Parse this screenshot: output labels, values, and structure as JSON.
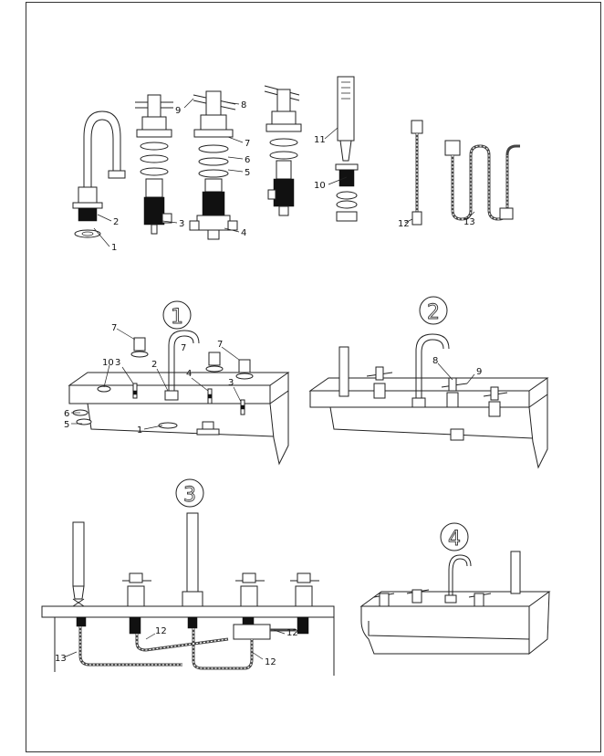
{
  "parts_labels": [
    "1",
    "2",
    "3",
    "4",
    "5",
    "6",
    "7",
    "8",
    "9",
    "10",
    "11",
    "12",
    "13"
  ],
  "step_numbers": [
    "1",
    "2",
    "3",
    "4"
  ],
  "panel_labels": {
    "exploded": [
      "1",
      "2",
      "3",
      "4",
      "5",
      "6",
      "7",
      "8",
      "9",
      "10",
      "11",
      "12",
      "13"
    ],
    "step1": [
      "1",
      "2",
      "3",
      "4",
      "5",
      "6",
      "7",
      "7",
      "7",
      "10"
    ],
    "step2": [
      "8",
      "9"
    ],
    "step3": [
      "12",
      "12",
      "12",
      "13"
    ]
  }
}
